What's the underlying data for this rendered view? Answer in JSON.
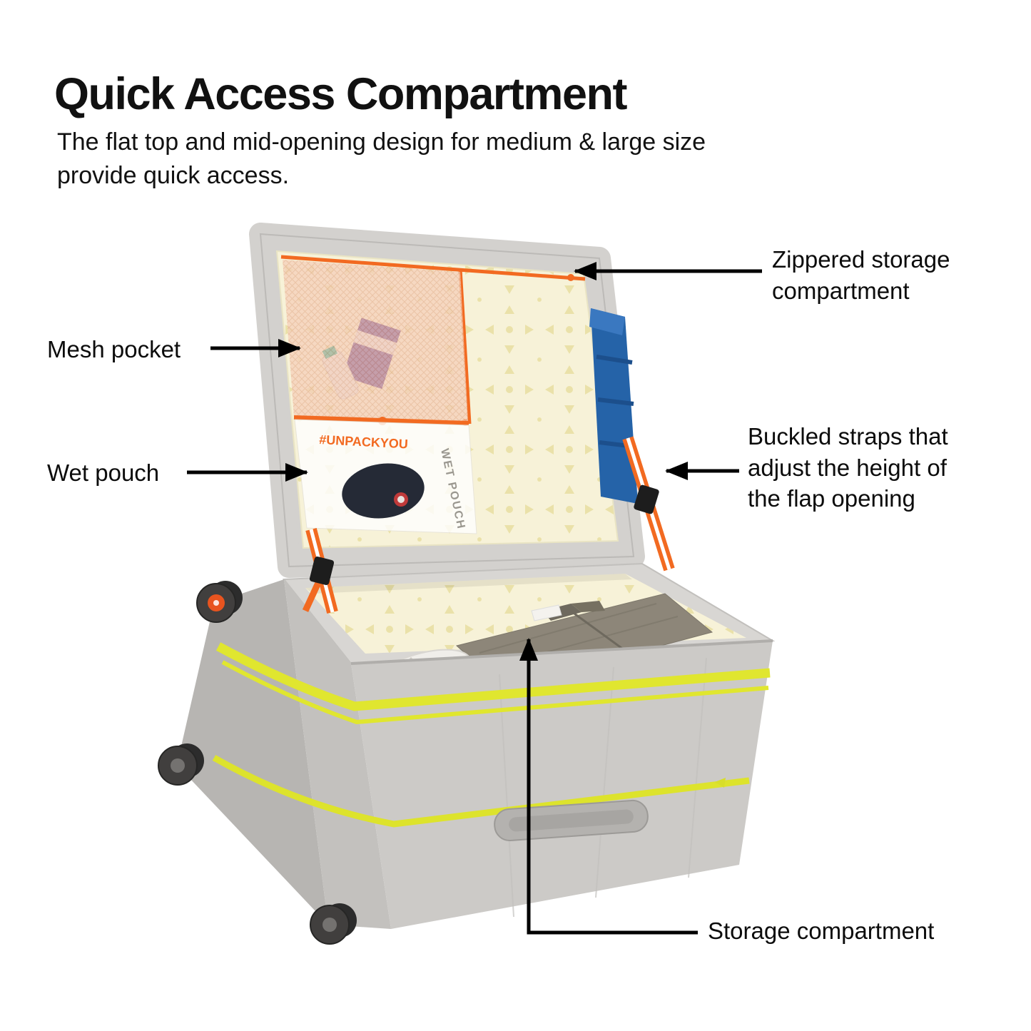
{
  "header": {
    "title": "Quick Access Compartment",
    "subtitle": "The flat top and mid-opening design for medium & large size provide quick access."
  },
  "callouts": {
    "zippered_storage": "Zippered storage compartment",
    "mesh_pocket": "Mesh pocket",
    "wet_pouch": "Wet pouch",
    "buckled_straps": "Buckled straps that adjust the height of the flap opening",
    "storage_compartment": "Storage compartment"
  },
  "suitcase": {
    "unpack_text": "#UNPACKYOU",
    "wet_pouch_text": "WET POUCH"
  },
  "colors": {
    "accent_orange": "#f26a21",
    "neon_yellow": "#e0e62f",
    "lining_cream": "#f7f2d8",
    "shell_gray": "#c9c7c4",
    "towel_blue": "#2563a8"
  }
}
